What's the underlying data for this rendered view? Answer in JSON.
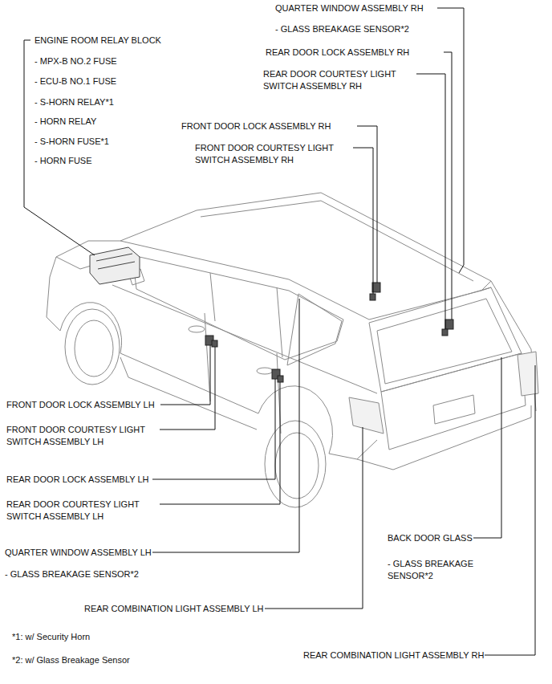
{
  "diagram": {
    "labels": [
      "QUARTER WINDOW ASSEMBLY RH",
      "- GLASS BREAKAGE SENSOR*2",
      "ENGINE ROOM RELAY BLOCK",
      "- MPX-B NO.2 FUSE",
      "- ECU-B NO.1 FUSE",
      "- S-HORN RELAY*1",
      "- HORN RELAY",
      "- S-HORN FUSE*1",
      "- HORN FUSE",
      "REAR DOOR LOCK ASSEMBLY RH",
      "REAR DOOR COURTESY LIGHT SWITCH ASSEMBLY RH",
      "FRONT DOOR LOCK ASSEMBLY RH",
      "FRONT DOOR COURTESY LIGHT SWITCH ASSEMBLY RH",
      "FRONT DOOR LOCK ASSEMBLY LH",
      "FRONT DOOR COURTESY LIGHT SWITCH ASSEMBLY LH",
      "REAR DOOR LOCK ASSEMBLY LH",
      "REAR DOOR COURTESY LIGHT SWITCH ASSEMBLY LH",
      "BACK DOOR GLASS",
      "- GLASS BREAKAGE SENSOR*2",
      "QUARTER WINDOW ASSEMBLY LH",
      "- GLASS BREAKAGE SENSOR*2",
      "REAR COMBINATION LIGHT ASSEMBLY LH",
      "REAR COMBINATION LIGHT ASSEMBLY RH",
      "*1: w/ Security Horn",
      "*2: w/ Glass Breakage Sensor"
    ]
  }
}
